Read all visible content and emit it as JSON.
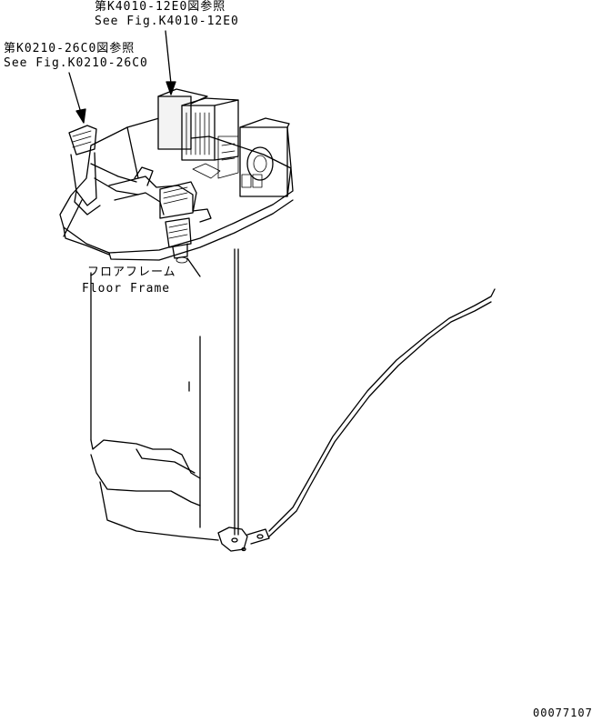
{
  "callouts": {
    "ref_k4010": {
      "jp": "第K4010-12E0図参照",
      "en": "See Fig.K4010-12E0"
    },
    "ref_k0210": {
      "jp": "第K0210-26C0図参照",
      "en": "See Fig.K0210-26C0"
    },
    "floor_frame": {
      "jp": "フロアフレーム",
      "en": "Floor Frame"
    }
  },
  "drawing_number": "00077107"
}
